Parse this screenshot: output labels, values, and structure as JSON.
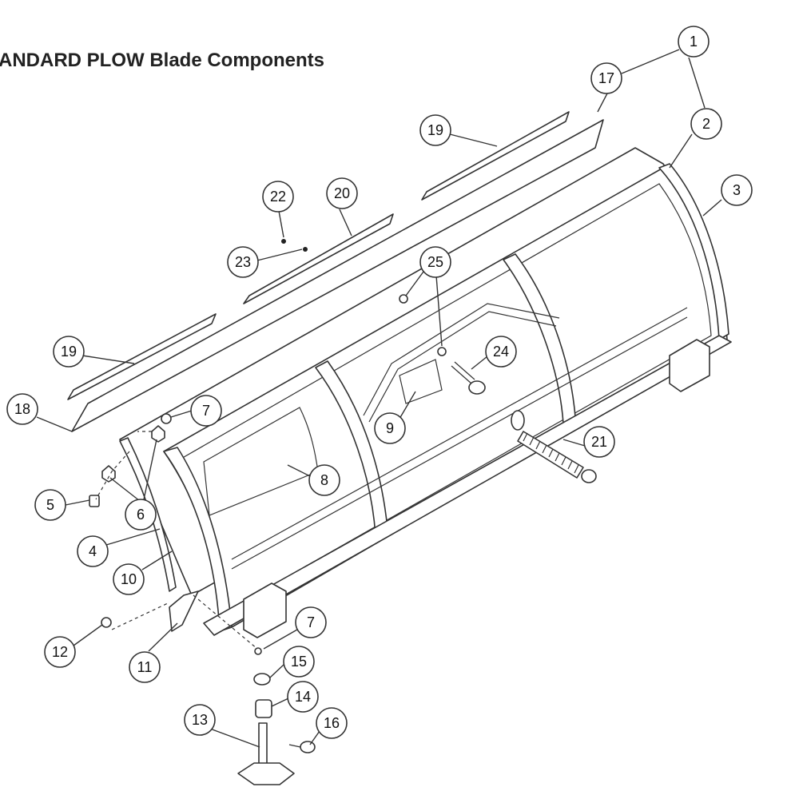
{
  "title": "ANDARD PLOW Blade Components",
  "callouts": [
    {
      "id": "c1",
      "label": "1"
    },
    {
      "id": "c2",
      "label": "2"
    },
    {
      "id": "c3",
      "label": "3"
    },
    {
      "id": "c4",
      "label": "4"
    },
    {
      "id": "c5",
      "label": "5"
    },
    {
      "id": "c6",
      "label": "6"
    },
    {
      "id": "c7a",
      "label": "7"
    },
    {
      "id": "c7b",
      "label": "7"
    },
    {
      "id": "c8",
      "label": "8"
    },
    {
      "id": "c9",
      "label": "9"
    },
    {
      "id": "c10",
      "label": "10"
    },
    {
      "id": "c11",
      "label": "11"
    },
    {
      "id": "c12",
      "label": "12"
    },
    {
      "id": "c13",
      "label": "13"
    },
    {
      "id": "c14",
      "label": "14"
    },
    {
      "id": "c15",
      "label": "15"
    },
    {
      "id": "c16",
      "label": "16"
    },
    {
      "id": "c17",
      "label": "17"
    },
    {
      "id": "c18",
      "label": "18"
    },
    {
      "id": "c19a",
      "label": "19"
    },
    {
      "id": "c19b",
      "label": "19"
    },
    {
      "id": "c20",
      "label": "20"
    },
    {
      "id": "c21",
      "label": "21"
    },
    {
      "id": "c22",
      "label": "22"
    },
    {
      "id": "c23",
      "label": "23"
    },
    {
      "id": "c24",
      "label": "24"
    },
    {
      "id": "c25",
      "label": "25"
    }
  ]
}
